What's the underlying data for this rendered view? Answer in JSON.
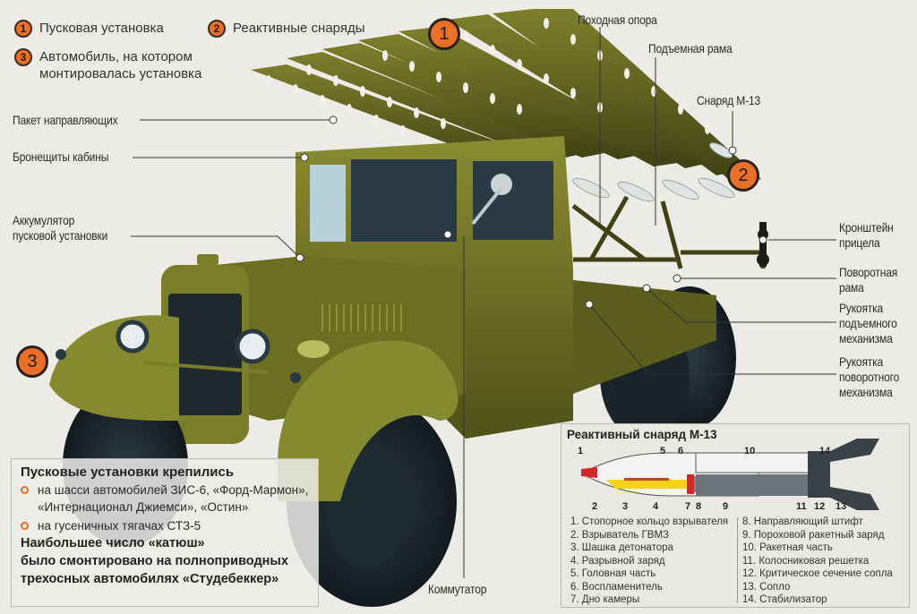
{
  "legend": [
    {
      "num": "1",
      "label": "Пусковая установка"
    },
    {
      "num": "2",
      "label": "Реактивные снаряды"
    },
    {
      "num": "3",
      "label": "Автомобиль, на котором монтировалась установка",
      "line1": "Автомобиль, на котором",
      "line2": "монтировалась установка"
    }
  ],
  "badges": {
    "launcher": "1",
    "rockets": "2",
    "vehicle": "3"
  },
  "callouts": {
    "left": [
      {
        "id": "guide-package",
        "label": "Пакет направляющих"
      },
      {
        "id": "cabin-armor",
        "label": "Бронещиты кабины"
      },
      {
        "id": "battery",
        "line1": "Аккумулятор",
        "line2": "пусковой установки"
      }
    ],
    "top": [
      {
        "id": "travel-support",
        "label": "Походная опора"
      },
      {
        "id": "lifting-frame",
        "label": "Подъемная рама"
      },
      {
        "id": "m13-shell",
        "label": "Снаряд М-13"
      }
    ],
    "right": [
      {
        "id": "sight-bracket",
        "line1": "Кронштейн",
        "line2": "прицела"
      },
      {
        "id": "rotary-frame",
        "line1": "Поворотная",
        "line2": "рама"
      },
      {
        "id": "lift-handle",
        "line1": "Рукоятка",
        "line2": "подъемного",
        "line3": "механизма"
      },
      {
        "id": "rotate-handle",
        "line1": "Рукоятка",
        "line2": "поворотного",
        "line3": "механизма"
      }
    ],
    "bottom": {
      "id": "commutator",
      "label": "Коммутатор"
    }
  },
  "infobox": {
    "title": "Пусковые установки крепились",
    "bullets": [
      {
        "line1": "на шасси автомобилей ЗИС-6, «Форд-Мармон»,",
        "line2": "«Интернационал Джиемси», «Остин»"
      },
      {
        "line1": "на гусеничных тягачах СТЗ-5"
      }
    ],
    "footer": [
      "Наибольшее число «катюш»",
      "было смонтировано на полноприводных",
      "трехосных автомобилях «Студебеккер»"
    ]
  },
  "rocket": {
    "title": "Реактивный снаряд М-13",
    "top_numbers": [
      "1",
      "5",
      "6",
      "10",
      "14"
    ],
    "bottom_numbers": [
      "2",
      "3",
      "4",
      "7",
      "8",
      "9",
      "11",
      "12",
      "13"
    ],
    "parts_left": [
      "1. Стопорное кольцо взрывателя",
      "2. Взрыватель ГВМЗ",
      "3. Шашка детонатора",
      "4. Разрывной заряд",
      "5. Головная часть",
      "6. Воспламенитель",
      "7. Дно камеры"
    ],
    "parts_right": [
      "8. Направляющий штифт",
      "9. Пороховой ракетный заряд",
      "10. Ракетная часть",
      "11. Колосниковая решетка",
      "12. Критическое сечение сопла",
      "13. Сопло",
      "14. Стабилизатор"
    ]
  },
  "colors": {
    "accent": "#e8702a",
    "olive": "#6f7324",
    "dark": "#1f2a30",
    "background": "#ecebe6"
  }
}
